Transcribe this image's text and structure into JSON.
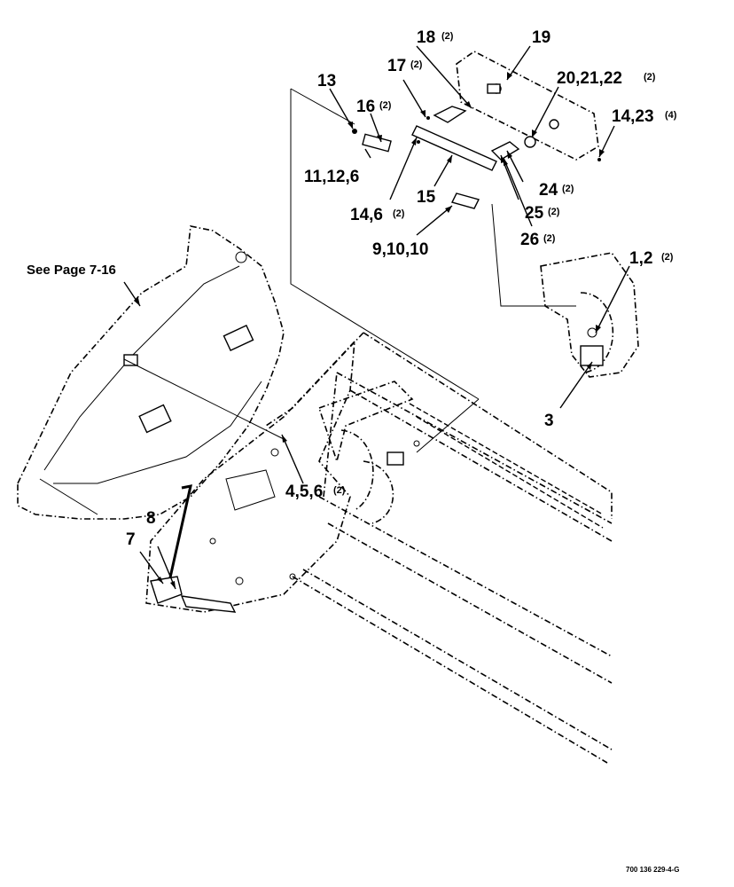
{
  "callouts": {
    "c1_2": {
      "label": "1,2",
      "qty": "(2)"
    },
    "c3": {
      "label": "3"
    },
    "c4_5_6": {
      "label": "4,5,6",
      "qty": "(2)"
    },
    "c7": {
      "label": "7"
    },
    "c8": {
      "label": "8"
    },
    "c9_10_10": {
      "label": "9,10,10"
    },
    "c11_12_6": {
      "label": "11,12,6"
    },
    "c13": {
      "label": "13"
    },
    "c14_6": {
      "label": "14,6",
      "qty": "(2)"
    },
    "c14_23": {
      "label": "14,23",
      "qty": "(4)"
    },
    "c15": {
      "label": "15"
    },
    "c16": {
      "label": "16",
      "qty": "(2)"
    },
    "c17": {
      "label": "17",
      "qty": "(2)"
    },
    "c18": {
      "label": "18",
      "qty": "(2)"
    },
    "c19": {
      "label": "19"
    },
    "c20_21_22": {
      "label": "20,21,22",
      "qty": "(2)"
    },
    "c24": {
      "label": "24",
      "qty": "(2)"
    },
    "c25": {
      "label": "25",
      "qty": "(2)"
    },
    "c26": {
      "label": "26",
      "qty": "(2)"
    }
  },
  "see_page": "See Page 7-16",
  "figure_code": "700 136 229-4-G"
}
